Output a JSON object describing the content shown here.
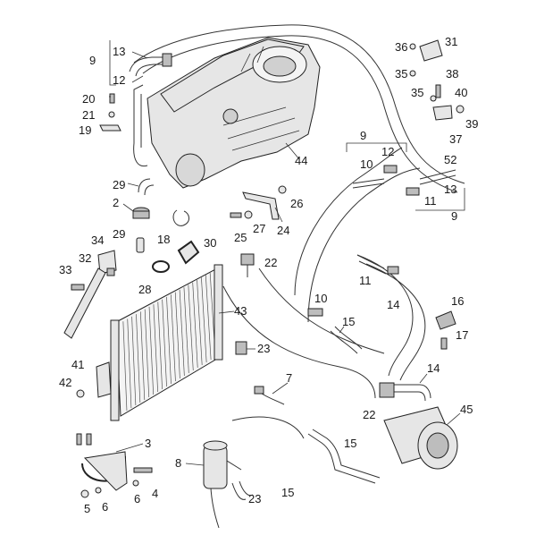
{
  "labels": [
    {
      "id": "p9a",
      "text": "9"
    },
    {
      "id": "p13a",
      "text": "13"
    },
    {
      "id": "p12a",
      "text": "12"
    },
    {
      "id": "p20",
      "text": "20"
    },
    {
      "id": "p21",
      "text": "21"
    },
    {
      "id": "p19",
      "text": "19"
    },
    {
      "id": "p44",
      "text": "44"
    },
    {
      "id": "p29a",
      "text": "29"
    },
    {
      "id": "p2",
      "text": "2"
    },
    {
      "id": "p29b",
      "text": "29"
    },
    {
      "id": "p18",
      "text": "18"
    },
    {
      "id": "p30",
      "text": "30"
    },
    {
      "id": "p34",
      "text": "34"
    },
    {
      "id": "p32",
      "text": "32"
    },
    {
      "id": "p33",
      "text": "33"
    },
    {
      "id": "p28",
      "text": "28"
    },
    {
      "id": "p22a",
      "text": "22"
    },
    {
      "id": "p43",
      "text": "43"
    },
    {
      "id": "p23a",
      "text": "23"
    },
    {
      "id": "p41",
      "text": "41"
    },
    {
      "id": "p42",
      "text": "42"
    },
    {
      "id": "p7",
      "text": "7"
    },
    {
      "id": "p3",
      "text": "3"
    },
    {
      "id": "p8",
      "text": "8"
    },
    {
      "id": "p5",
      "text": "5"
    },
    {
      "id": "p6a",
      "text": "6"
    },
    {
      "id": "p6b",
      "text": "6"
    },
    {
      "id": "p4",
      "text": "4"
    },
    {
      "id": "p23b",
      "text": "23"
    },
    {
      "id": "p15a",
      "text": "15"
    },
    {
      "id": "p15b",
      "text": "15"
    },
    {
      "id": "p15c",
      "text": "15"
    },
    {
      "id": "p26",
      "text": "26"
    },
    {
      "id": "p27",
      "text": "27"
    },
    {
      "id": "p25",
      "text": "25"
    },
    {
      "id": "p24",
      "text": "24"
    },
    {
      "id": "p9b",
      "text": "9"
    },
    {
      "id": "p10a",
      "text": "10"
    },
    {
      "id": "p12b",
      "text": "12"
    },
    {
      "id": "p52",
      "text": "52"
    },
    {
      "id": "p13b",
      "text": "13"
    },
    {
      "id": "p11a",
      "text": "11"
    },
    {
      "id": "p9c",
      "text": "9"
    },
    {
      "id": "p11b",
      "text": "11"
    },
    {
      "id": "p14a",
      "text": "14"
    },
    {
      "id": "p10b",
      "text": "10"
    },
    {
      "id": "p16",
      "text": "16"
    },
    {
      "id": "p17",
      "text": "17"
    },
    {
      "id": "p14b",
      "text": "14"
    },
    {
      "id": "p22b",
      "text": "22"
    },
    {
      "id": "p45",
      "text": "45"
    },
    {
      "id": "p36",
      "text": "36"
    },
    {
      "id": "p31",
      "text": "31"
    },
    {
      "id": "p35a",
      "text": "35"
    },
    {
      "id": "p38",
      "text": "38"
    },
    {
      "id": "p35b",
      "text": "35"
    },
    {
      "id": "p40",
      "text": "40"
    },
    {
      "id": "p39",
      "text": "39"
    },
    {
      "id": "p37",
      "text": "37"
    }
  ]
}
